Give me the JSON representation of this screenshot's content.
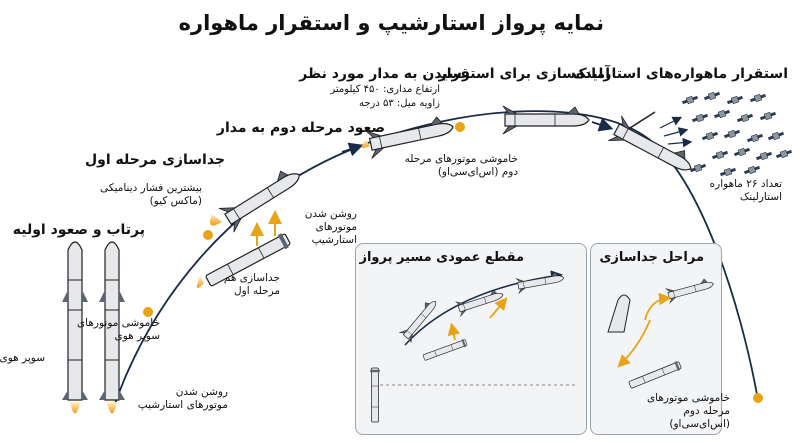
{
  "title": "نمایه پرواز استارشیپ و استقرار ماهواره",
  "stages": {
    "launch": "پرتاب و صعود اولیه",
    "separation1": "جداسازی مرحله اول",
    "ascent2": "صعود مرحله دوم به مدار",
    "orbit": "رسیدن به مدار مورد نظر",
    "prep": "آماده‌سازی برای استقرار",
    "deploy": "استقرار ماهواره‌های استارلینک"
  },
  "labels": {
    "superheavy": "سوپر هوی",
    "ignition": "روشن شدن موتورهای استارشیپ",
    "shutdown_sh": "خاموشی موتورهای سوپر هوی",
    "maxq": "بیشترین فشار دینامیکی (ماکس کیو)",
    "ship_ignite": "روشن شدن موتورهای استارشیپ",
    "hot_stage": "جداسازی هم مرحله اول",
    "seco": "خاموشی موتورهای مرحله دوم (اس‌ای‌سی‌او)",
    "altitude": "ارتفاع مداری: ۴۵۰ کیلومتر",
    "inclination": "زاویه میل: ۵۳ درجه",
    "sat_count": "تعداد ۲۶ ماهواره استارلینک"
  },
  "insets": {
    "profile_title": "مقطع عمودی مسیر پرواز",
    "stages_title": "مراحل جداسازی",
    "stages_note": "خاموشی موتورهای مرحله دوم (اس‌ای‌سی‌او)"
  },
  "colors": {
    "trajectory": "#1a2b4a",
    "accent": "#e8a317",
    "flame": "#f5a623",
    "body": "#e6e8eb"
  }
}
